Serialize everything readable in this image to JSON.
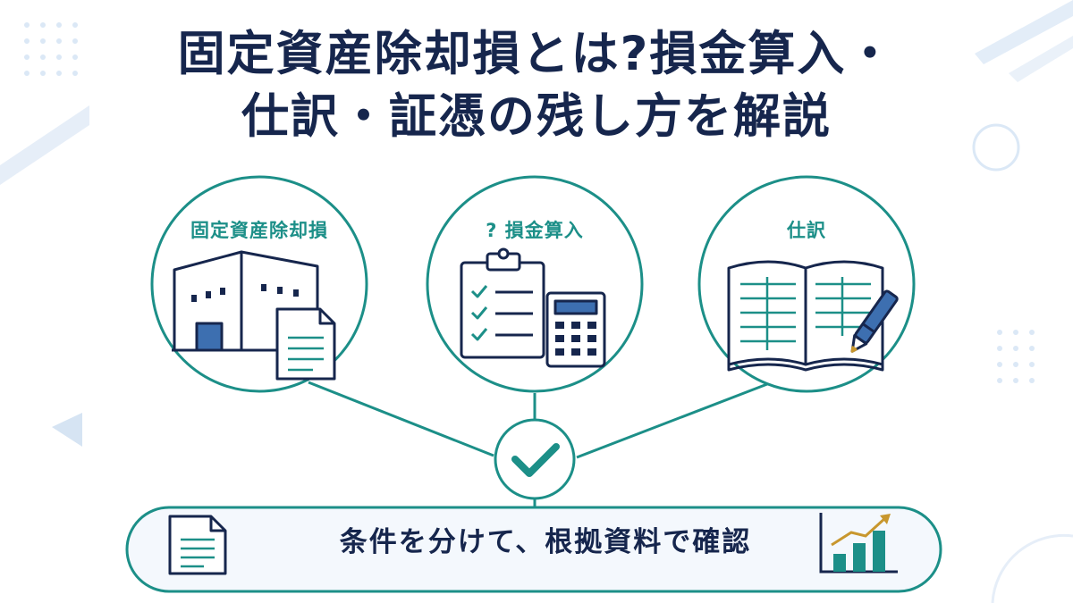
{
  "title": {
    "line1": "固定資産除却損とは?損金算入・",
    "line2": "仕訳・証憑の残し方を解説"
  },
  "nodes": [
    {
      "label": "固定資産除却損",
      "icon": "building-icon"
    },
    {
      "label": "? 損金算入",
      "icon": "clipboard-calculator-icon"
    },
    {
      "label": "仕訳",
      "icon": "ledger-pen-icon"
    }
  ],
  "summary": {
    "text": "条件を分けて、根拠資料で確認",
    "left_icon": "document-icon",
    "right_icon": "growth-chart-icon",
    "center_icon": "check-icon"
  },
  "colors": {
    "navy": "#16264d",
    "teal": "#1c8f88",
    "light_blue": "#dbe8f6",
    "accent_gold": "#c8972e"
  }
}
